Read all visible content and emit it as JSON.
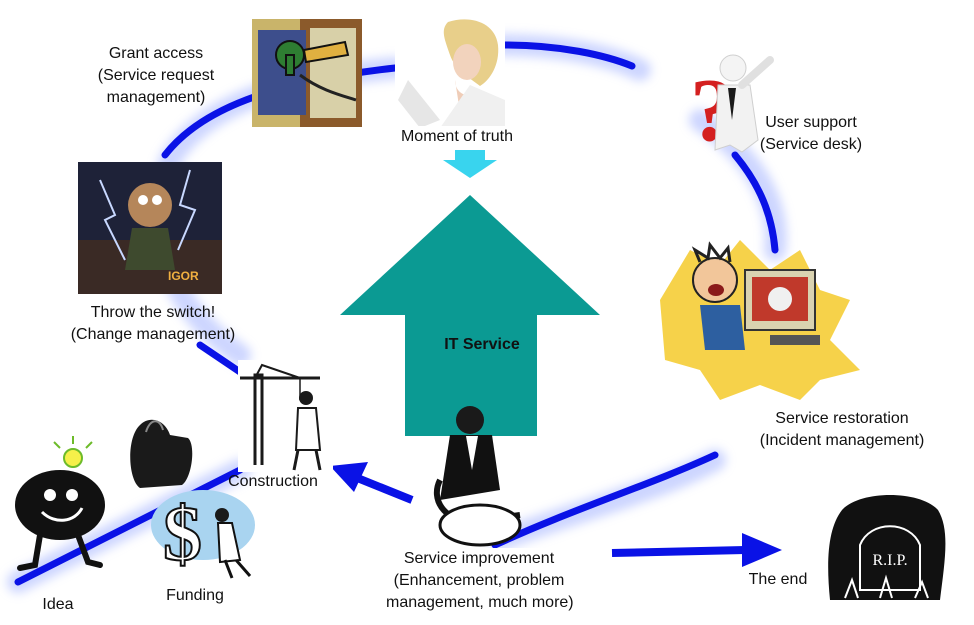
{
  "colors": {
    "cycle_blue": "#0a12e6",
    "glow": "#b8c4ff",
    "it_service_arrow": "#0b9a93",
    "moment_arrow": "#39d4ee"
  },
  "central_arrow": {
    "label": "IT Service"
  },
  "stages": {
    "grant_access": {
      "title": "Grant access",
      "line2": "(Service request",
      "line3": "management)",
      "icon": "key-lock-icon"
    },
    "moment_of_truth": {
      "title": "Moment of truth",
      "icon": "thinking-woman-icon"
    },
    "user_support": {
      "title": "User support",
      "line2": "(Service desk)",
      "icon": "question-mark-person-icon"
    },
    "service_restoration": {
      "title": "Service restoration",
      "line2": "(Incident management)",
      "icon": "frustrated-computer-user-icon"
    },
    "throw_switch": {
      "title": "Throw the switch!",
      "line2": "(Change management)",
      "icon": "igor-lightning-icon"
    },
    "construction": {
      "title": "Construction",
      "icon": "crane-builder-icon"
    },
    "idea": {
      "title": "Idea",
      "icon": "lightbulb-character-icon"
    },
    "funding": {
      "title": "Funding",
      "icon": "dollar-sign-pusher-icon"
    },
    "service_improvement": {
      "title": "Service improvement",
      "line2": "(Enhancement, problem",
      "line3": "management, much more)",
      "icon": "man-with-grinder-icon"
    },
    "the_end": {
      "title": "The end",
      "icon": "rip-tombstone-icon"
    }
  },
  "tombstone_text": "R.I.P."
}
